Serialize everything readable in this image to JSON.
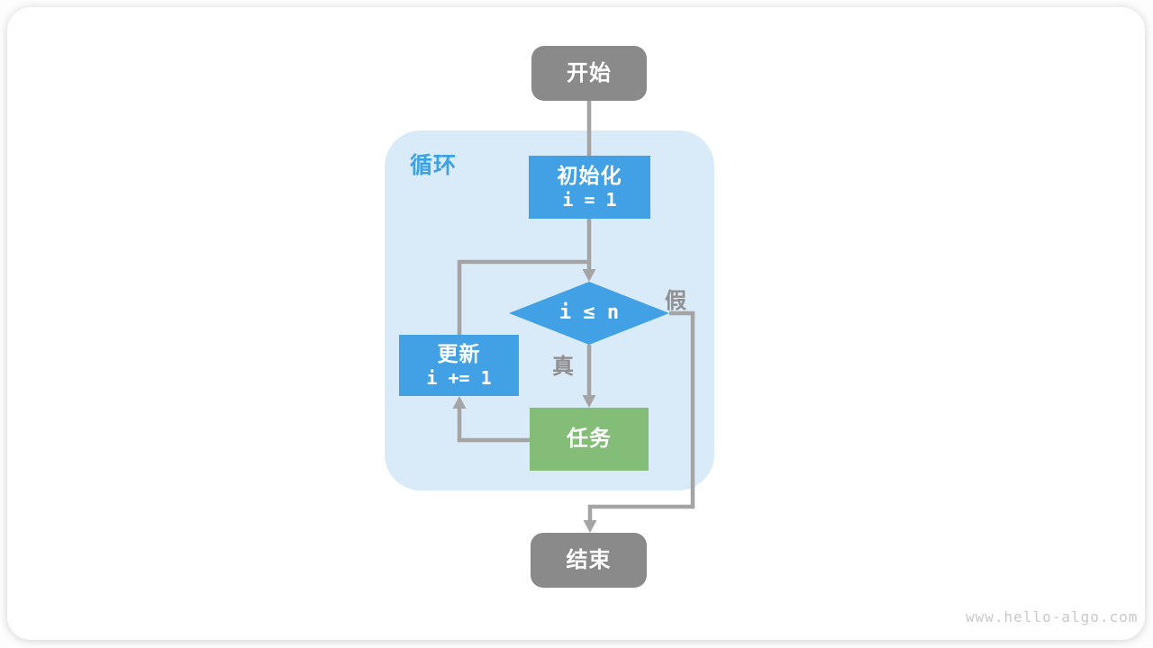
{
  "page": {
    "watermark": "www.hello-algo.com"
  },
  "colors": {
    "box_blue": "#42A1E4",
    "box_green": "#83BD77",
    "box_gray": "#8A8A8A",
    "container_blue": "#D9EAF8",
    "label_blue": "#3DA2E4",
    "arrow_gray": "#A4A4A4",
    "branch_label_gray": "#8F8F8F"
  },
  "flowchart": {
    "start": {
      "label": "开始"
    },
    "loop_container": {
      "label": "循环"
    },
    "init": {
      "label": "初始化",
      "code": "i = 1"
    },
    "condition": {
      "label": "i ≤ n"
    },
    "branch_true": {
      "label": "真"
    },
    "branch_false": {
      "label": "假"
    },
    "update": {
      "label": "更新",
      "code": "i += 1"
    },
    "task": {
      "label": "任务"
    },
    "end": {
      "label": "结束"
    }
  }
}
